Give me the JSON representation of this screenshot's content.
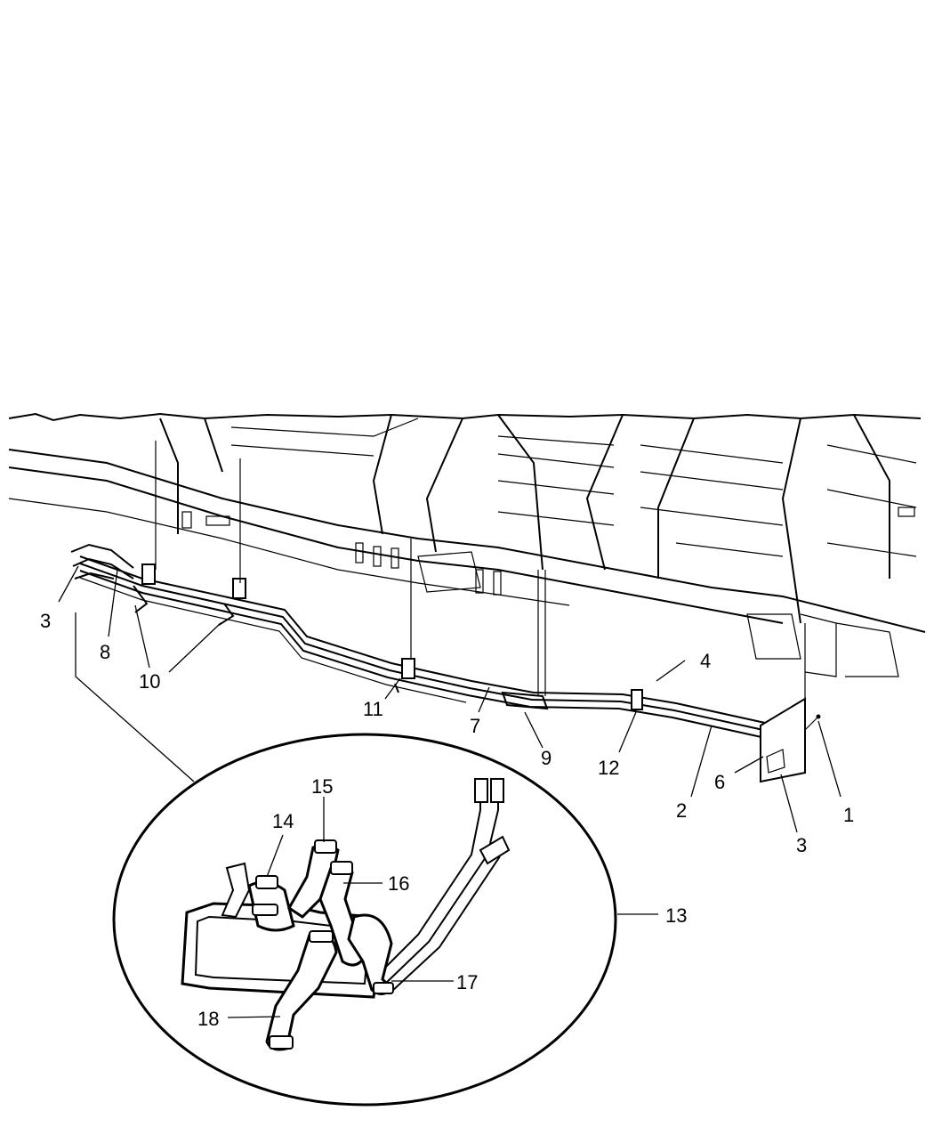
{
  "callouts": {
    "c1": "1",
    "c2": "2",
    "c3a": "3",
    "c3b": "3",
    "c4": "4",
    "c6": "6",
    "c7": "7",
    "c8": "8",
    "c9": "9",
    "c10": "10",
    "c11": "11",
    "c12": "12",
    "c13": "13",
    "c14": "14",
    "c15": "15",
    "c16": "16",
    "c17": "17",
    "c18": "18"
  }
}
